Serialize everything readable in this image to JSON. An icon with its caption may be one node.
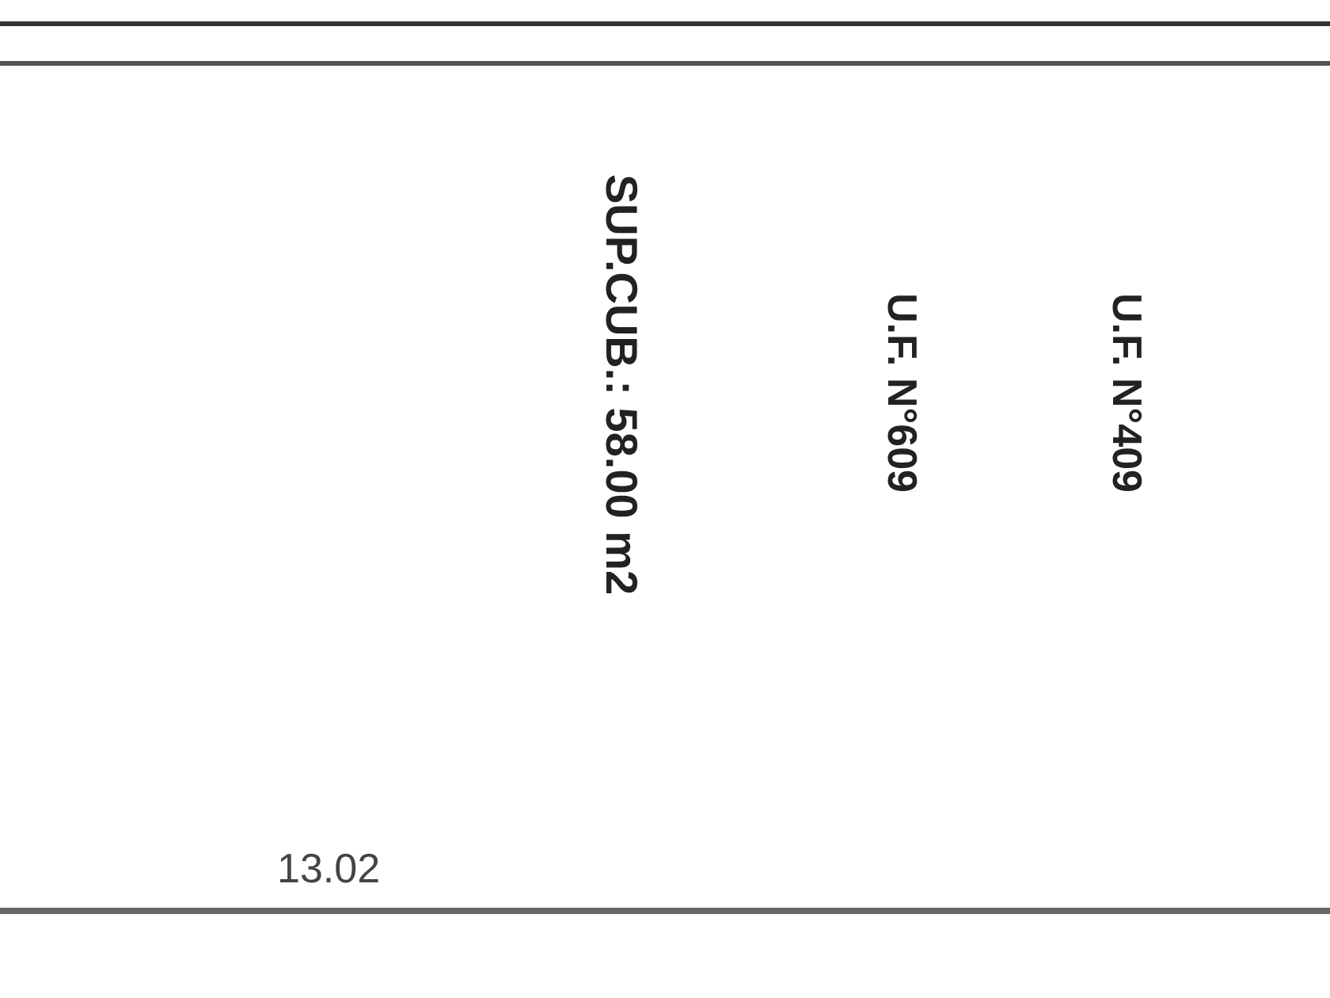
{
  "diagram": {
    "labels": [
      "SUP.CUB.: 58.00 m2",
      "U.F. N°609",
      "U.F. N°409",
      "13.02"
    ]
  }
}
